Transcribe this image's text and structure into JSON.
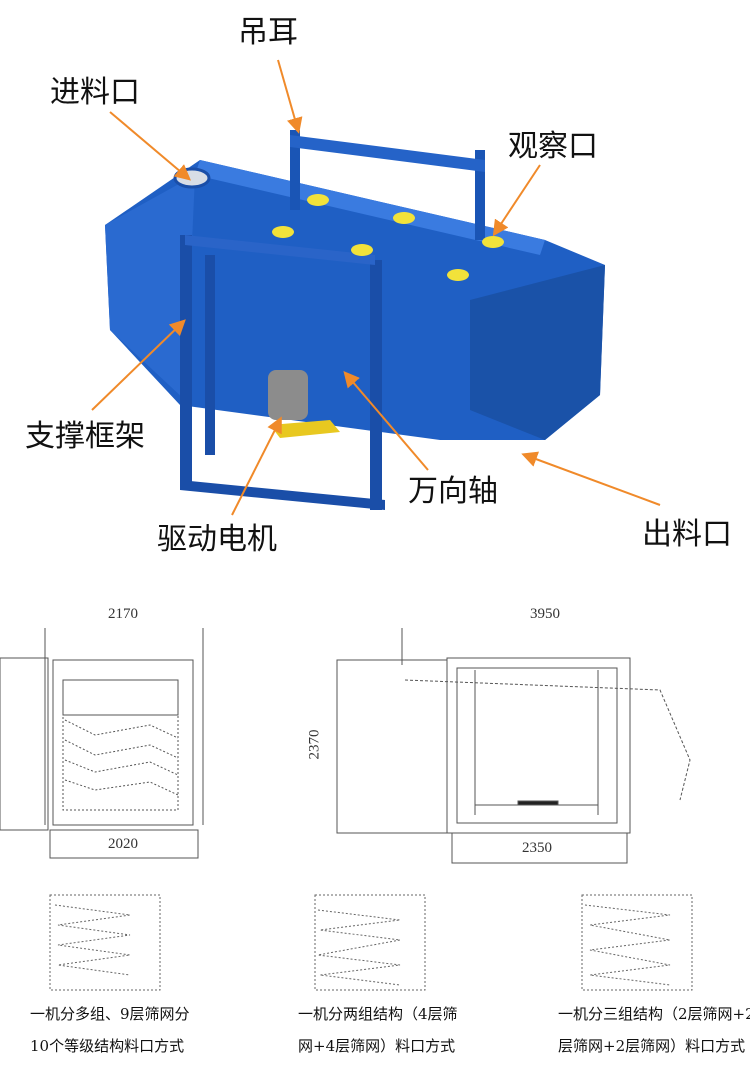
{
  "labels": {
    "lifting_lug": "吊耳",
    "feed_inlet": "进料口",
    "inspection_port": "观察口",
    "support_frame": "支撑框架",
    "universal_shaft": "万向轴",
    "drive_motor": "驱动电机",
    "discharge_outlet": "出料口"
  },
  "dimensions": {
    "front_top": "2170",
    "front_bottom": "2020",
    "side_top": "3950",
    "side_height": "2370",
    "side_bottom": "2350"
  },
  "captions": [
    {
      "line1": "一机分多组、9层筛网分",
      "line2": "10个等级结构料口方式"
    },
    {
      "line1": "一机分两组结构（4层筛",
      "line2": "网+4层筛网）料口方式"
    },
    {
      "line1": "一机分三组结构（2层筛网+2",
      "line2": "层筛网+2层筛网）料口方式"
    }
  ],
  "colors": {
    "machine": "#1f5fc4",
    "arrow": "#f08a2a",
    "port": "#f2e23a"
  }
}
